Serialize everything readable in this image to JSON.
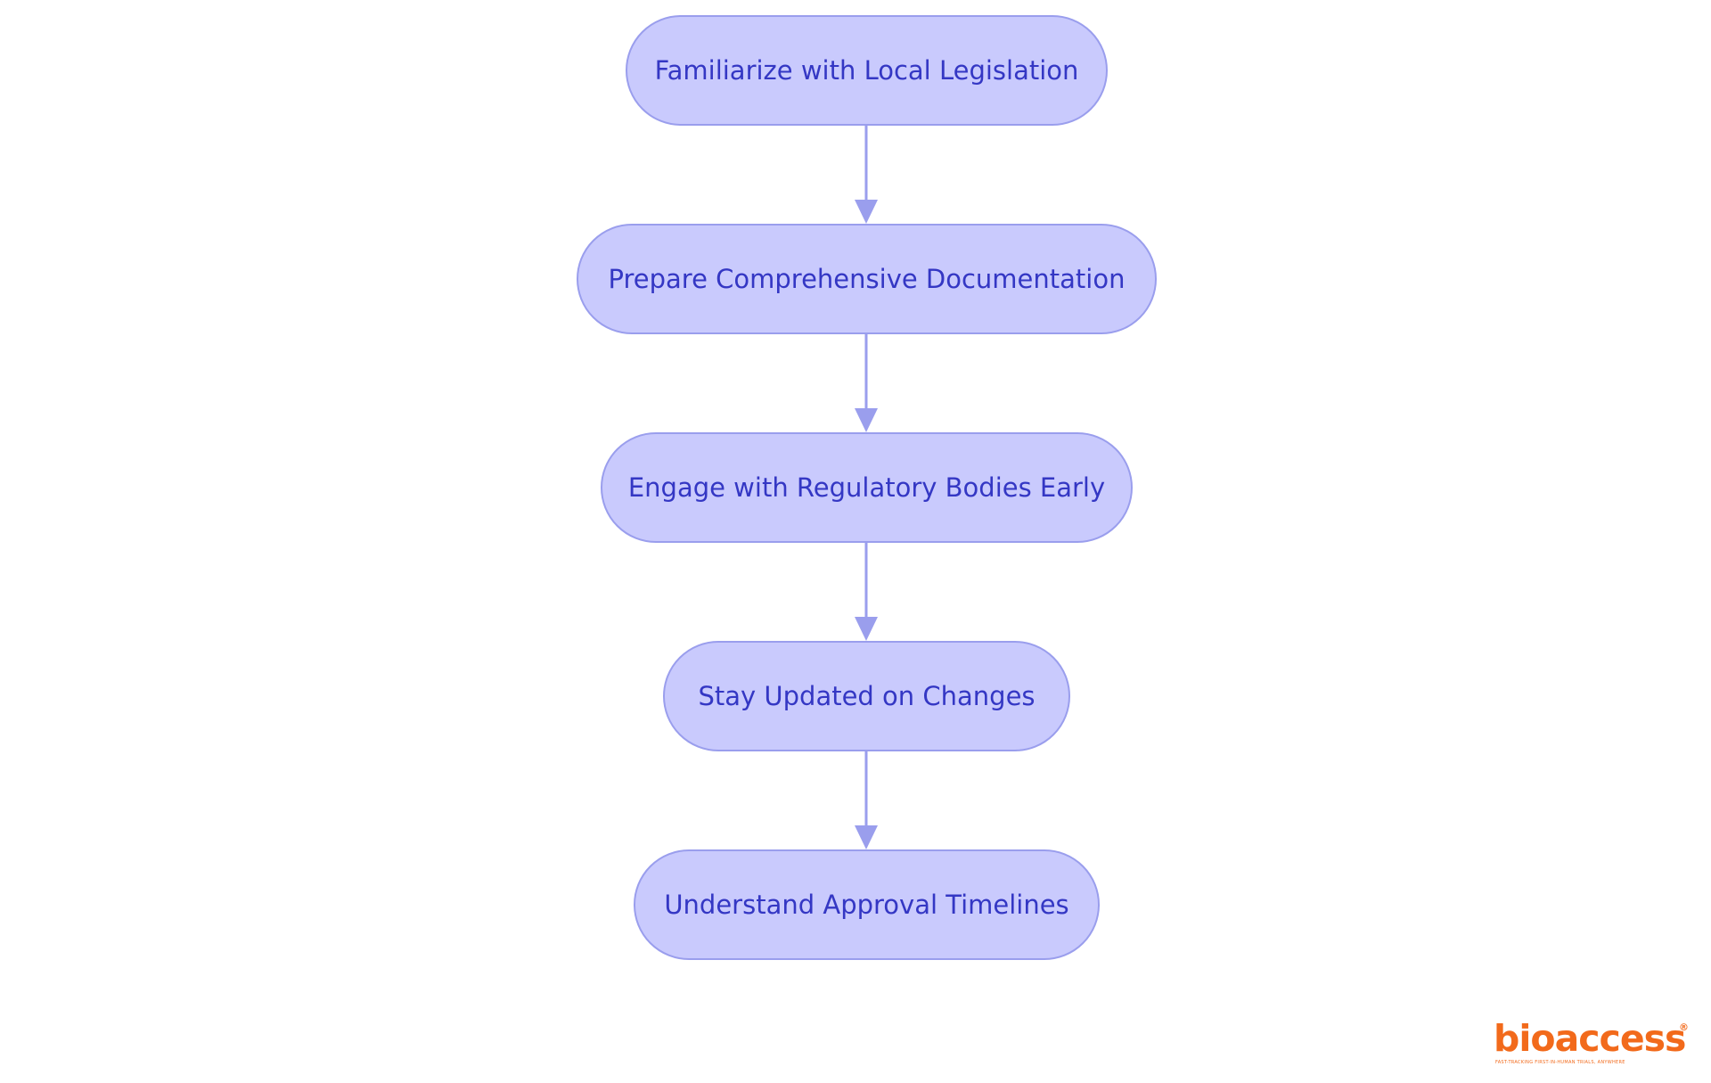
{
  "flow": {
    "steps": [
      {
        "label": "Familiarize with Local Legislation"
      },
      {
        "label": "Prepare Comprehensive Documentation"
      },
      {
        "label": "Engage with Regulatory Bodies Early"
      },
      {
        "label": "Stay Updated on Changes"
      },
      {
        "label": "Understand Approval Timelines"
      }
    ]
  },
  "colors": {
    "node_fill": "#c9cafd",
    "node_border": "#9a9eed",
    "node_text": "#3437c4",
    "arrow": "#9a9eed",
    "logo": "#f26a1b"
  },
  "logo": {
    "wordmark": "bioaccess",
    "registered_mark": "®",
    "tagline": "FAST-TRACKING FIRST-IN-HUMAN TRIALS, ANYWHERE"
  }
}
